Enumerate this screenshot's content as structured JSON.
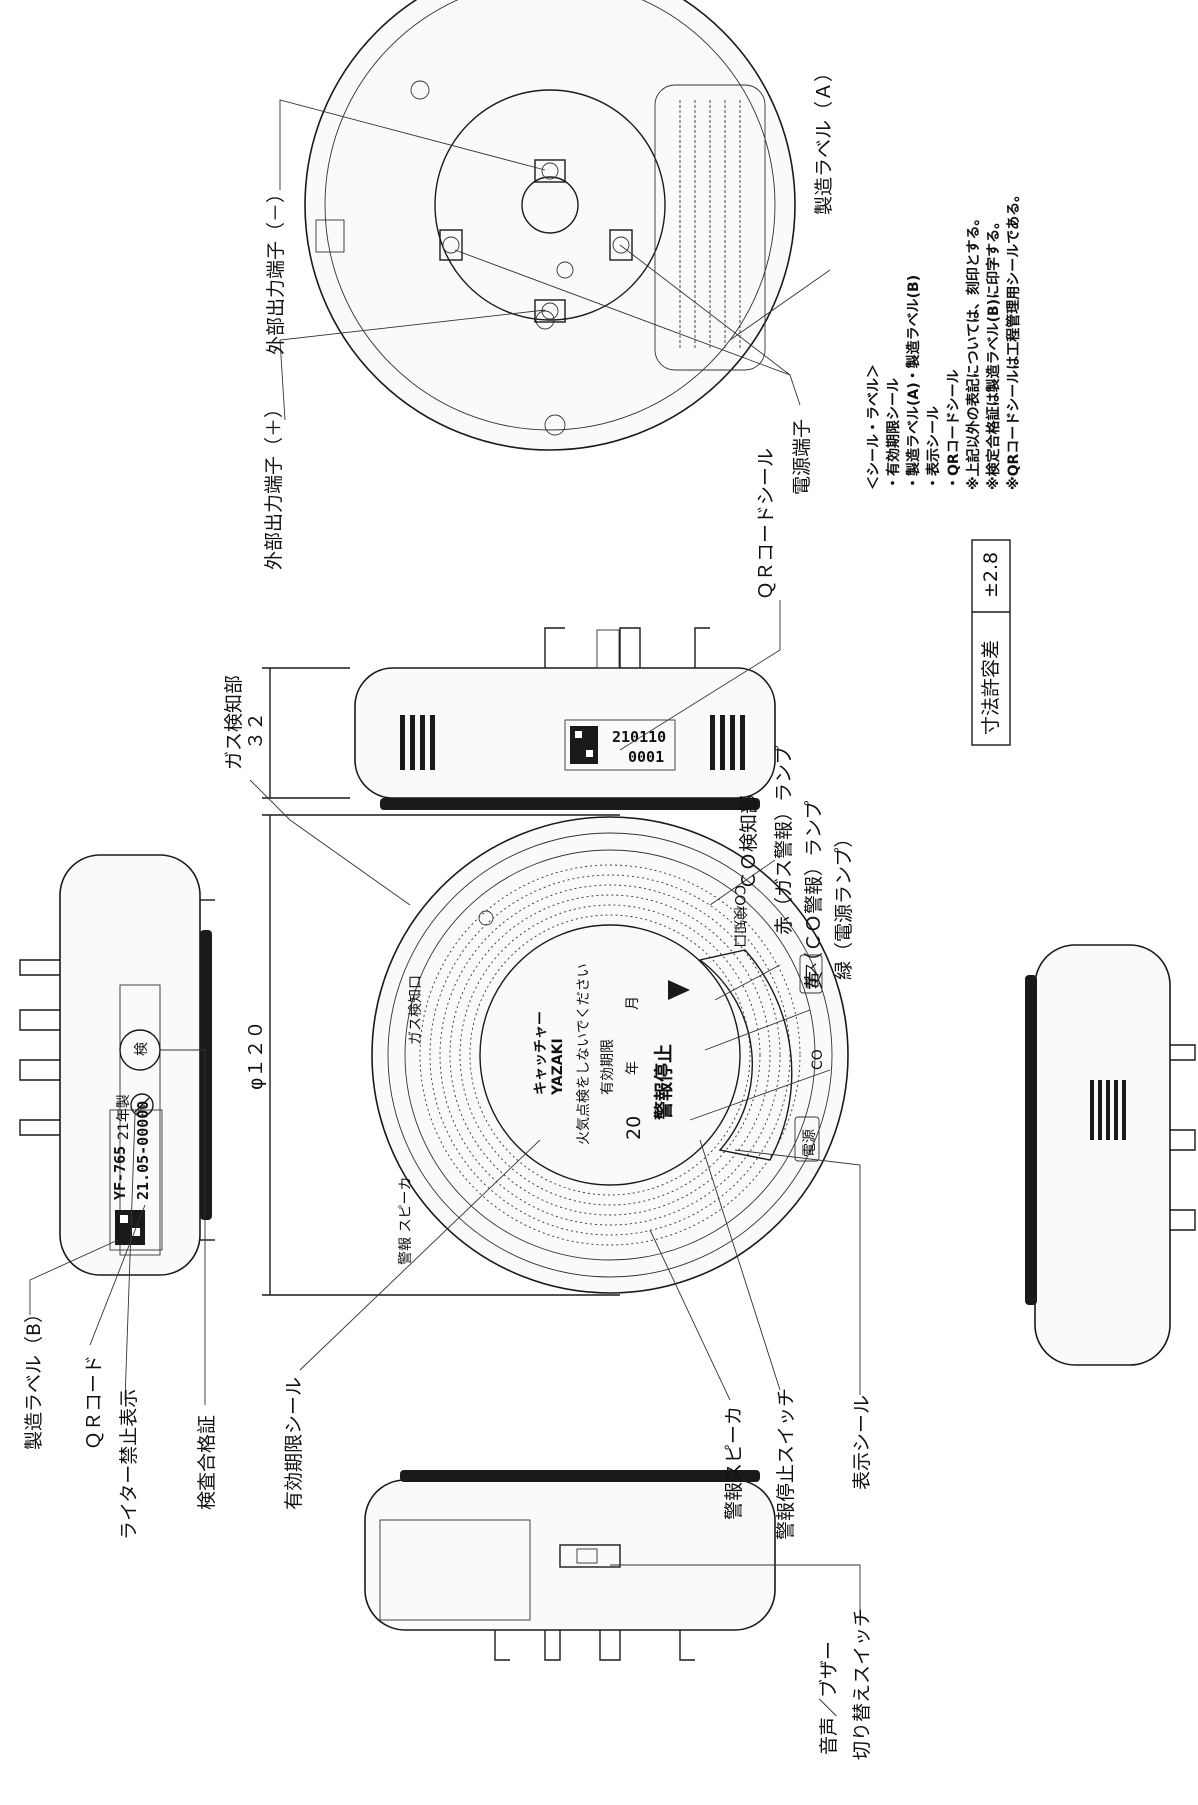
{
  "labels": {
    "mfg_label_b": "製造ラベル（B）",
    "qr_code": "ＱＲコード",
    "lighter_prohibited": "ライター禁止表示",
    "inspection_cert": "検査合格証",
    "expiry_seal": "有効期限シール",
    "sound_buzzer": "音声／ブザー",
    "switch_toggle": "切り替えスイッチ",
    "alarm_speaker": "警報スピーカ",
    "alarm_stop_switch": "警報停止スイッチ",
    "display_seal": "表示シール",
    "gas_sensor": "ガス検知部",
    "co_sensor": "ＣＯ検知部",
    "red_lamp": "赤（ガス警報）ランプ",
    "yellow_lamp": "黄（ＣＯ警報）ランプ",
    "green_lamp": "緑（電源ランプ）",
    "dimension_diameter": "φ１２０",
    "dimension_height": "３２",
    "qr_seal": "ＱＲコードシール",
    "power_terminal": "電源端子",
    "ext_out_plus": "外部出力端子（＋）",
    "ext_out_minus": "外部出力端子（－）",
    "mfg_label_a": "製造ラベル（Ａ）"
  },
  "front_face": {
    "brand_jp": "キャッチャー",
    "brand_en": "YAZAKI",
    "warning": "火気点検をしないでください",
    "expiry_title": "有効期限",
    "expiry_year_prefix": "20",
    "year_unit": "年",
    "month_unit": "月",
    "stop_button": "警報停止",
    "lamp_gas": "ガス",
    "lamp_co": "CO",
    "lamp_power": "電源",
    "rim_gas_port": "ガス検知口",
    "rim_co_port": "CO検知口",
    "rim_speaker": "警報 スピーカ"
  },
  "side_label": {
    "model": "YF-765",
    "year_tag": "21年製",
    "serial": "21.05-00000",
    "cert_mark": "検"
  },
  "qr_seal_text": {
    "line1": "210110",
    "line2": "0001"
  },
  "tolerance_table": {
    "header": "寸法許容差",
    "value": "±2.8"
  },
  "notes": [
    "＜シール・ラベル＞",
    "・有効期限シール",
    "・製造ラベル(A)・製造ラベル(B)",
    "・表示シール",
    "・QRコードシール",
    "※上記以外の表記については、刻印とする。",
    "※検定合格証は製造ラベル(B)に印字する。",
    "※QRコードシールは工程管理用シールである。"
  ]
}
